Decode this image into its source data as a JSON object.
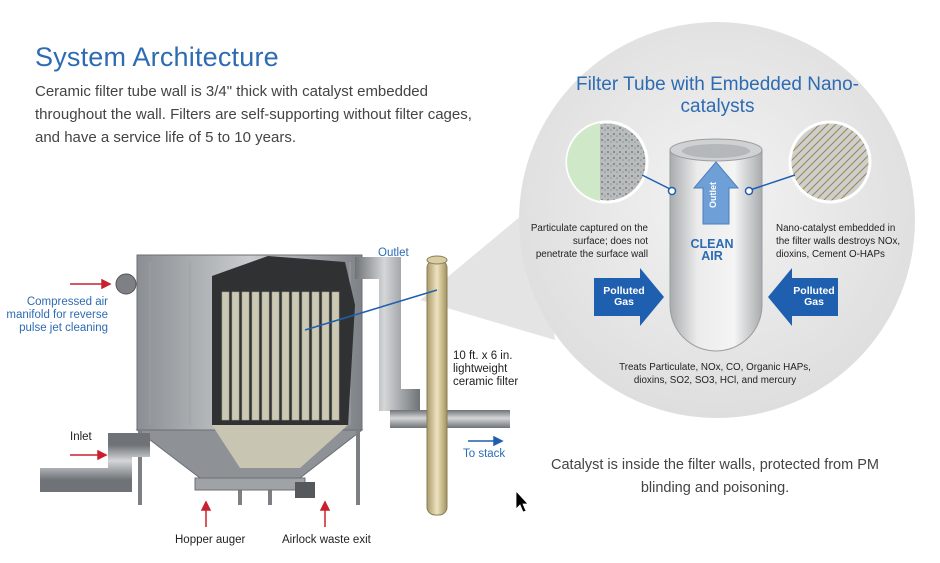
{
  "title": "System Architecture",
  "intro": "Ceramic filter tube wall is 3/4\" thick with catalyst embedded throughout the wall. Filters are self-supporting without filter cages, and have a service life of 5 to 10 years.",
  "labels": {
    "compressed_air": "Compressed air manifold for reverse pulse jet cleaning",
    "outlet": "Outlet",
    "inlet": "Inlet",
    "ceramic_filter": "10 ft. x 6 in. lightweight ceramic filter",
    "to_stack": "To stack",
    "hopper_auger": "Hopper auger",
    "airlock": "Airlock waste exit"
  },
  "callout": {
    "title": "Filter Tube with Embedded Nano-catalysts",
    "particulate": "Particulate captured on the surface; does not penetrate the surface wall",
    "nano": "Nano-catalyst embedded in the filter walls destroys NOx, dioxins, Cement O-HAPs",
    "clean_line1": "CLEAN",
    "clean_line2": "AIR",
    "outlet_arrow": "Outlet",
    "polluted_left": "Polluted Gas",
    "polluted_right": "Polluted Gas",
    "treats": "Treats Particulate, NOx, CO, Organic HAPs, dioxins, SO2, SO3, HCl, and mercury"
  },
  "caption": "Catalyst is inside the filter walls, protected from PM blinding and poisoning.",
  "colors": {
    "title_blue": "#2d6bb3",
    "arrow_red": "#c8202f",
    "polluted_blue": "#1f5fb0",
    "callout_bg": "#e9e9e9"
  }
}
